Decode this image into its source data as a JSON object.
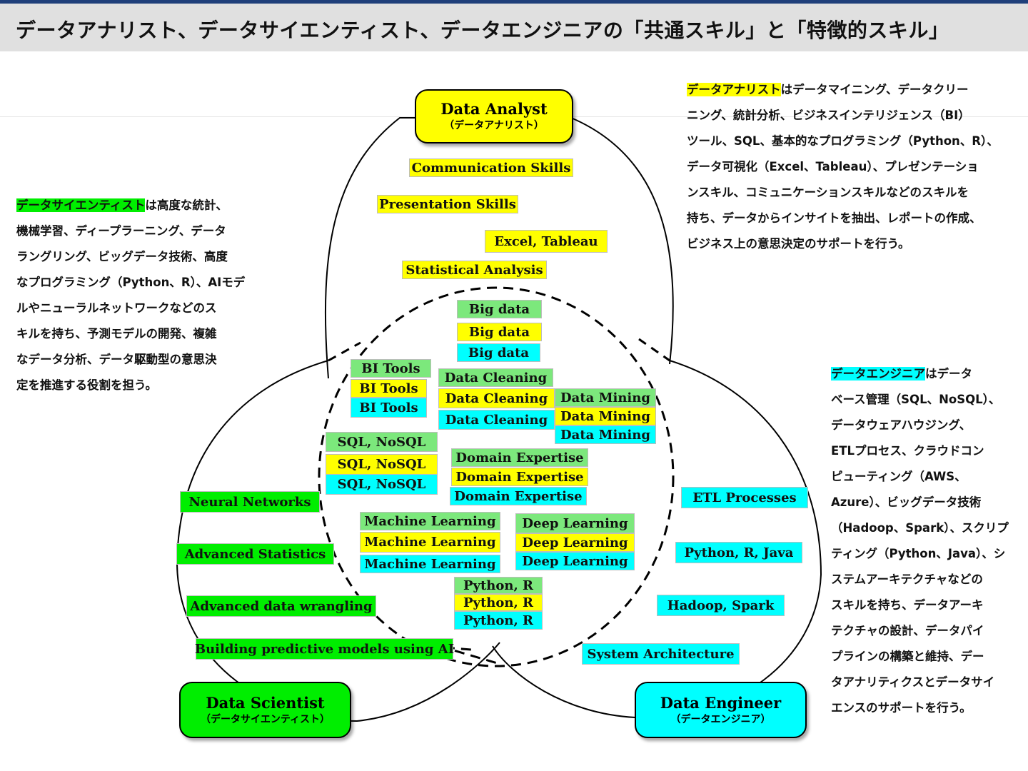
{
  "header": {
    "title": "データアナリスト、データサイエンティスト、データエンジニアの「共通スキル」と「特徴的スキル」"
  },
  "roles": {
    "analyst": {
      "name": "Data Analyst",
      "ja": "（データアナリスト）",
      "color": "#ffff00"
    },
    "scientist": {
      "name": "Data Scientist",
      "ja": "（データサイエンティスト）",
      "color": "#00ee00"
    },
    "engineer": {
      "name": "Data Engineer",
      "ja": "（データエンジニア）",
      "color": "#00ffff"
    }
  },
  "analyst_skills": [
    "Communication Skills",
    "Presentation Skills",
    "Excel, Tableau",
    "Statistical Analysis"
  ],
  "scientist_skills": [
    "Neural Networks",
    "Advanced Statistics",
    "Advanced data wrangling",
    "Building predictive models using AI"
  ],
  "engineer_skills": [
    "ETL Processes",
    "Python, R, Java",
    "Hadoop, Spark",
    "System Architecture"
  ],
  "common_skills": {
    "big_data": "Big data",
    "bi_tools": "BI Tools",
    "data_cleaning": "Data Cleaning",
    "data_mining": "Data Mining",
    "sql_nosql": "SQL, NoSQL",
    "domain_expertise": "Domain Expertise",
    "machine_learning": "Machine Learning",
    "deep_learning": "Deep Learning",
    "python_r": "Python, R"
  },
  "descriptions": {
    "analyst": {
      "highlight": "データアナリスト",
      "lines": [
        "はデータマイニング、データクリー",
        "ニング、統計分析、ビジネスインテリジェンス（BI）",
        "ツール、SQL、基本的なプログラミング（Python、R）、",
        "データ可視化（Excel、Tableau）、プレゼンテーショ",
        "ンスキル、コミュニケーションスキルなどのスキルを",
        "持ち、データからインサイトを抽出、レポートの作成、",
        "ビジネス上の意思決定のサポートを行う。"
      ]
    },
    "scientist": {
      "highlight": "データサイエンティスト",
      "lines": [
        "は高度な統計、",
        "機械学習、ディープラーニング、データ",
        "ラングリング、ビッグデータ技術、高度",
        "なプログラミング（Python、R）、AIモデ",
        "ルやニューラルネットワークなどのス",
        "キルを持ち、予測モデルの開発、複雑",
        "なデータ分析、データ駆動型の意思決",
        "定を推進する役割を担う。"
      ]
    },
    "engineer": {
      "highlight": "データエンジニア",
      "lines": [
        "はデータ",
        "ベース管理（SQL、NoSQL）、",
        "データウェアハウジング、",
        "ETLプロセス、クラウドコン",
        "ピューティング（AWS、",
        "Azure）、ビッグデータ技術",
        "（Hadoop、Spark）、スクリプ",
        "ティング（Python、Java）、シ",
        "ステムアーキテクチャなどの",
        "スキルを持ち、データアーキ",
        "テクチャの設計、データパイ",
        "プラインの構築と維持、デー",
        "タアナリティクスとデータサイ",
        "エンスのサポートを行う。"
      ]
    }
  }
}
